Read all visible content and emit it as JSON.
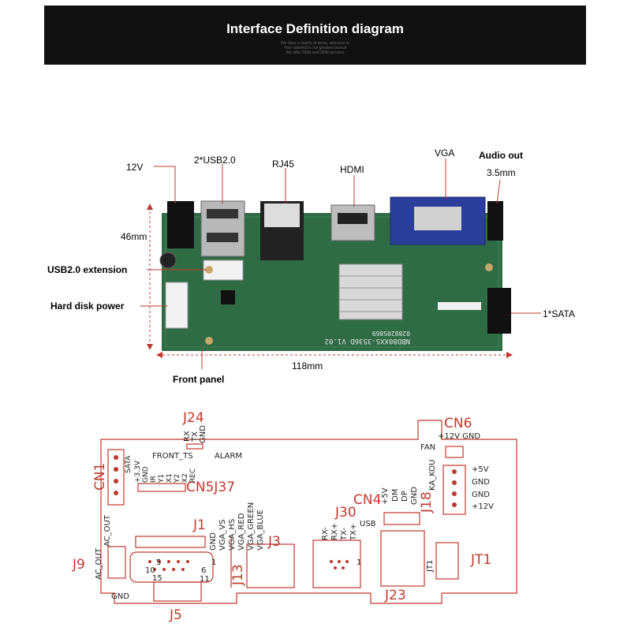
{
  "banner": {
    "title": "Interface Definition diagram",
    "subtitle_lines": [
      "We have a variety of items, welcome to",
      "Your satisfied is our greatest pursuit",
      "We offer OEM and ODM services"
    ]
  },
  "photo_labels": {
    "power_12v": "12V",
    "usb": "2*USB2.0",
    "rj45": "RJ45",
    "hdmi": "HDMI",
    "vga": "VGA",
    "audio_out": "Audio out",
    "audio_size": "3.5mm",
    "height": "46mm",
    "usb_ext": "USB2.0 extension",
    "hdd_power": "Hard disk power",
    "sata": "1*SATA",
    "width": "118mm",
    "front_panel": "Front panel",
    "pcb_text": "NBD80XXS-3536D V1.02",
    "pcb_date": "028820S869"
  },
  "schematic": {
    "j24": "J24",
    "rx_tx_gnd": [
      "RX",
      "TX",
      "GND"
    ],
    "front_ts": "FRONT_TS",
    "alarm": "ALARM",
    "cn6": "CN6",
    "v12_gnd": "+12V GND",
    "fan": "FAN",
    "cn1": "CN1",
    "sata_small": "SATA",
    "pins_cn5": [
      "+3.3V",
      "GND",
      "IR",
      "Y1",
      "X1",
      "Y2",
      "X2",
      "REC"
    ],
    "cn5j37": "CN5J37",
    "cn4": "CN4",
    "usb_pins": [
      "+5V",
      "DM",
      "DP",
      "GND"
    ],
    "usb": "USB",
    "kakou": "KA_KOU",
    "j18_pins": [
      "+5V",
      "GND",
      "GND",
      "+12V"
    ],
    "j18": "J18",
    "j1": "J1",
    "vga_pins": [
      "GND",
      "VGA_VS",
      "VGA_HS",
      "VGA_RED",
      "VGA_GREEN",
      "VGA_BLUE"
    ],
    "j3": "J3",
    "j30": "J30",
    "uart_pins": [
      "RX-",
      "RX+",
      "TX-",
      "TX+"
    ],
    "ac_out": "AC_OUT",
    "ac_out2": "AC_OUT",
    "j9": "J9",
    "j13": "J13",
    "jt1": "JT1",
    "jt1_small": "JT1",
    "j23": "J23",
    "j5": "J5",
    "gnd": "GND",
    "pin5": "5",
    "pin1": "1",
    "pin15": "15",
    "pin11": "11",
    "pin10": "10",
    "pin6": "6",
    "pin_1b": "1"
  },
  "colors": {
    "schematic_red": "#c0392b",
    "pcb_green": "#2f6b45",
    "vga_blue": "#2a3e9a"
  }
}
